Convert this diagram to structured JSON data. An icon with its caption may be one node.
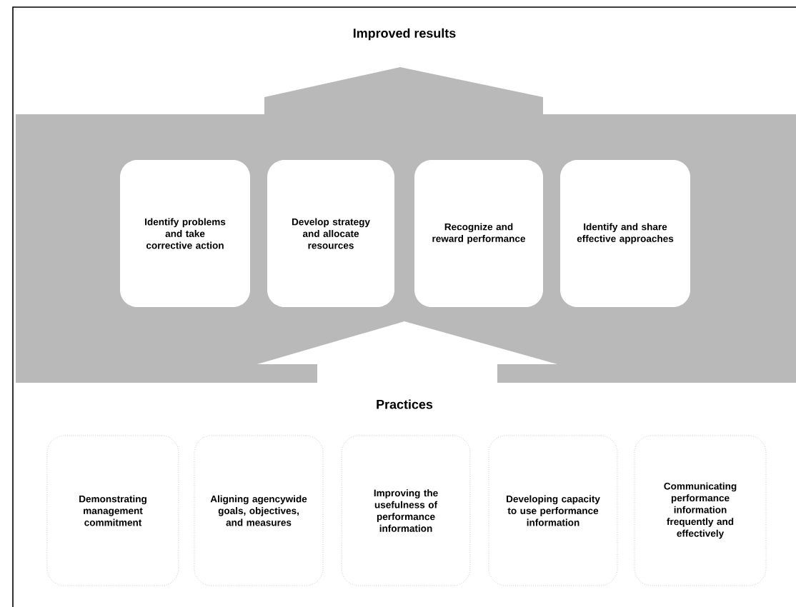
{
  "diagram": {
    "title": "Improved results",
    "nodes": [
      {
        "text": [
          "Identify problems and take corrective action"
        ]
      },
      {
        "text": [
          "Develop strategy and allocate resources"
        ]
      },
      {
        "text": [
          "Recognize and reward performance"
        ]
      },
      {
        "text": [
          "Identify and share effective approaches"
        ]
      },
      {
        "text": [
          "Demonstrating management commitment"
        ]
      },
      {
        "text": [
          "Aligning agencywide goals, objectives, and measures"
        ]
      },
      {
        "text": [
          "Improving the usefulness of performance information"
        ]
      },
      {
        "text": [
          "Developing capacity to use performance information"
        ]
      },
      {
        "text": [
          "Communicating performance information frequently and effectively"
        ]
      }
    ],
    "labels": [
      "Practices"
    ]
  }
}
